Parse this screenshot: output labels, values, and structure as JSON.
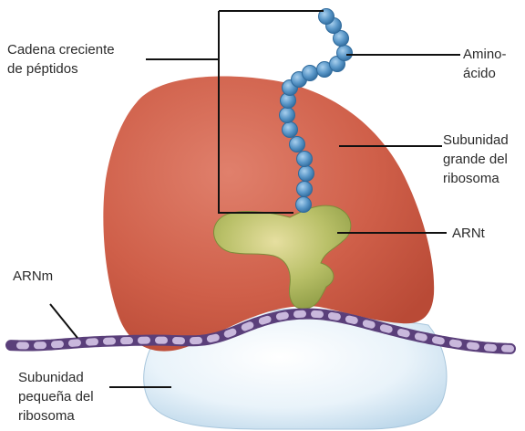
{
  "labels": {
    "peptide_chain": [
      "Cadena creciente",
      "de péptidos"
    ],
    "amino_acid": [
      "Amino-",
      "ácido"
    ],
    "large_subunit": [
      "Subunidad",
      "grande del",
      "ribosoma"
    ],
    "trna": [
      "ARNt"
    ],
    "mrna": [
      "ARNm"
    ],
    "small_subunit": [
      "Subunidad",
      "pequeña del",
      "ribosoma"
    ]
  },
  "colors": {
    "large_subunit": "#cf5f49",
    "small_subunit": "#e4f0f8",
    "trna": "#a8b55a",
    "mrna": "#c9b8dc",
    "amino_acid_bead": "#5a97c8",
    "leader_line": "#111111"
  }
}
